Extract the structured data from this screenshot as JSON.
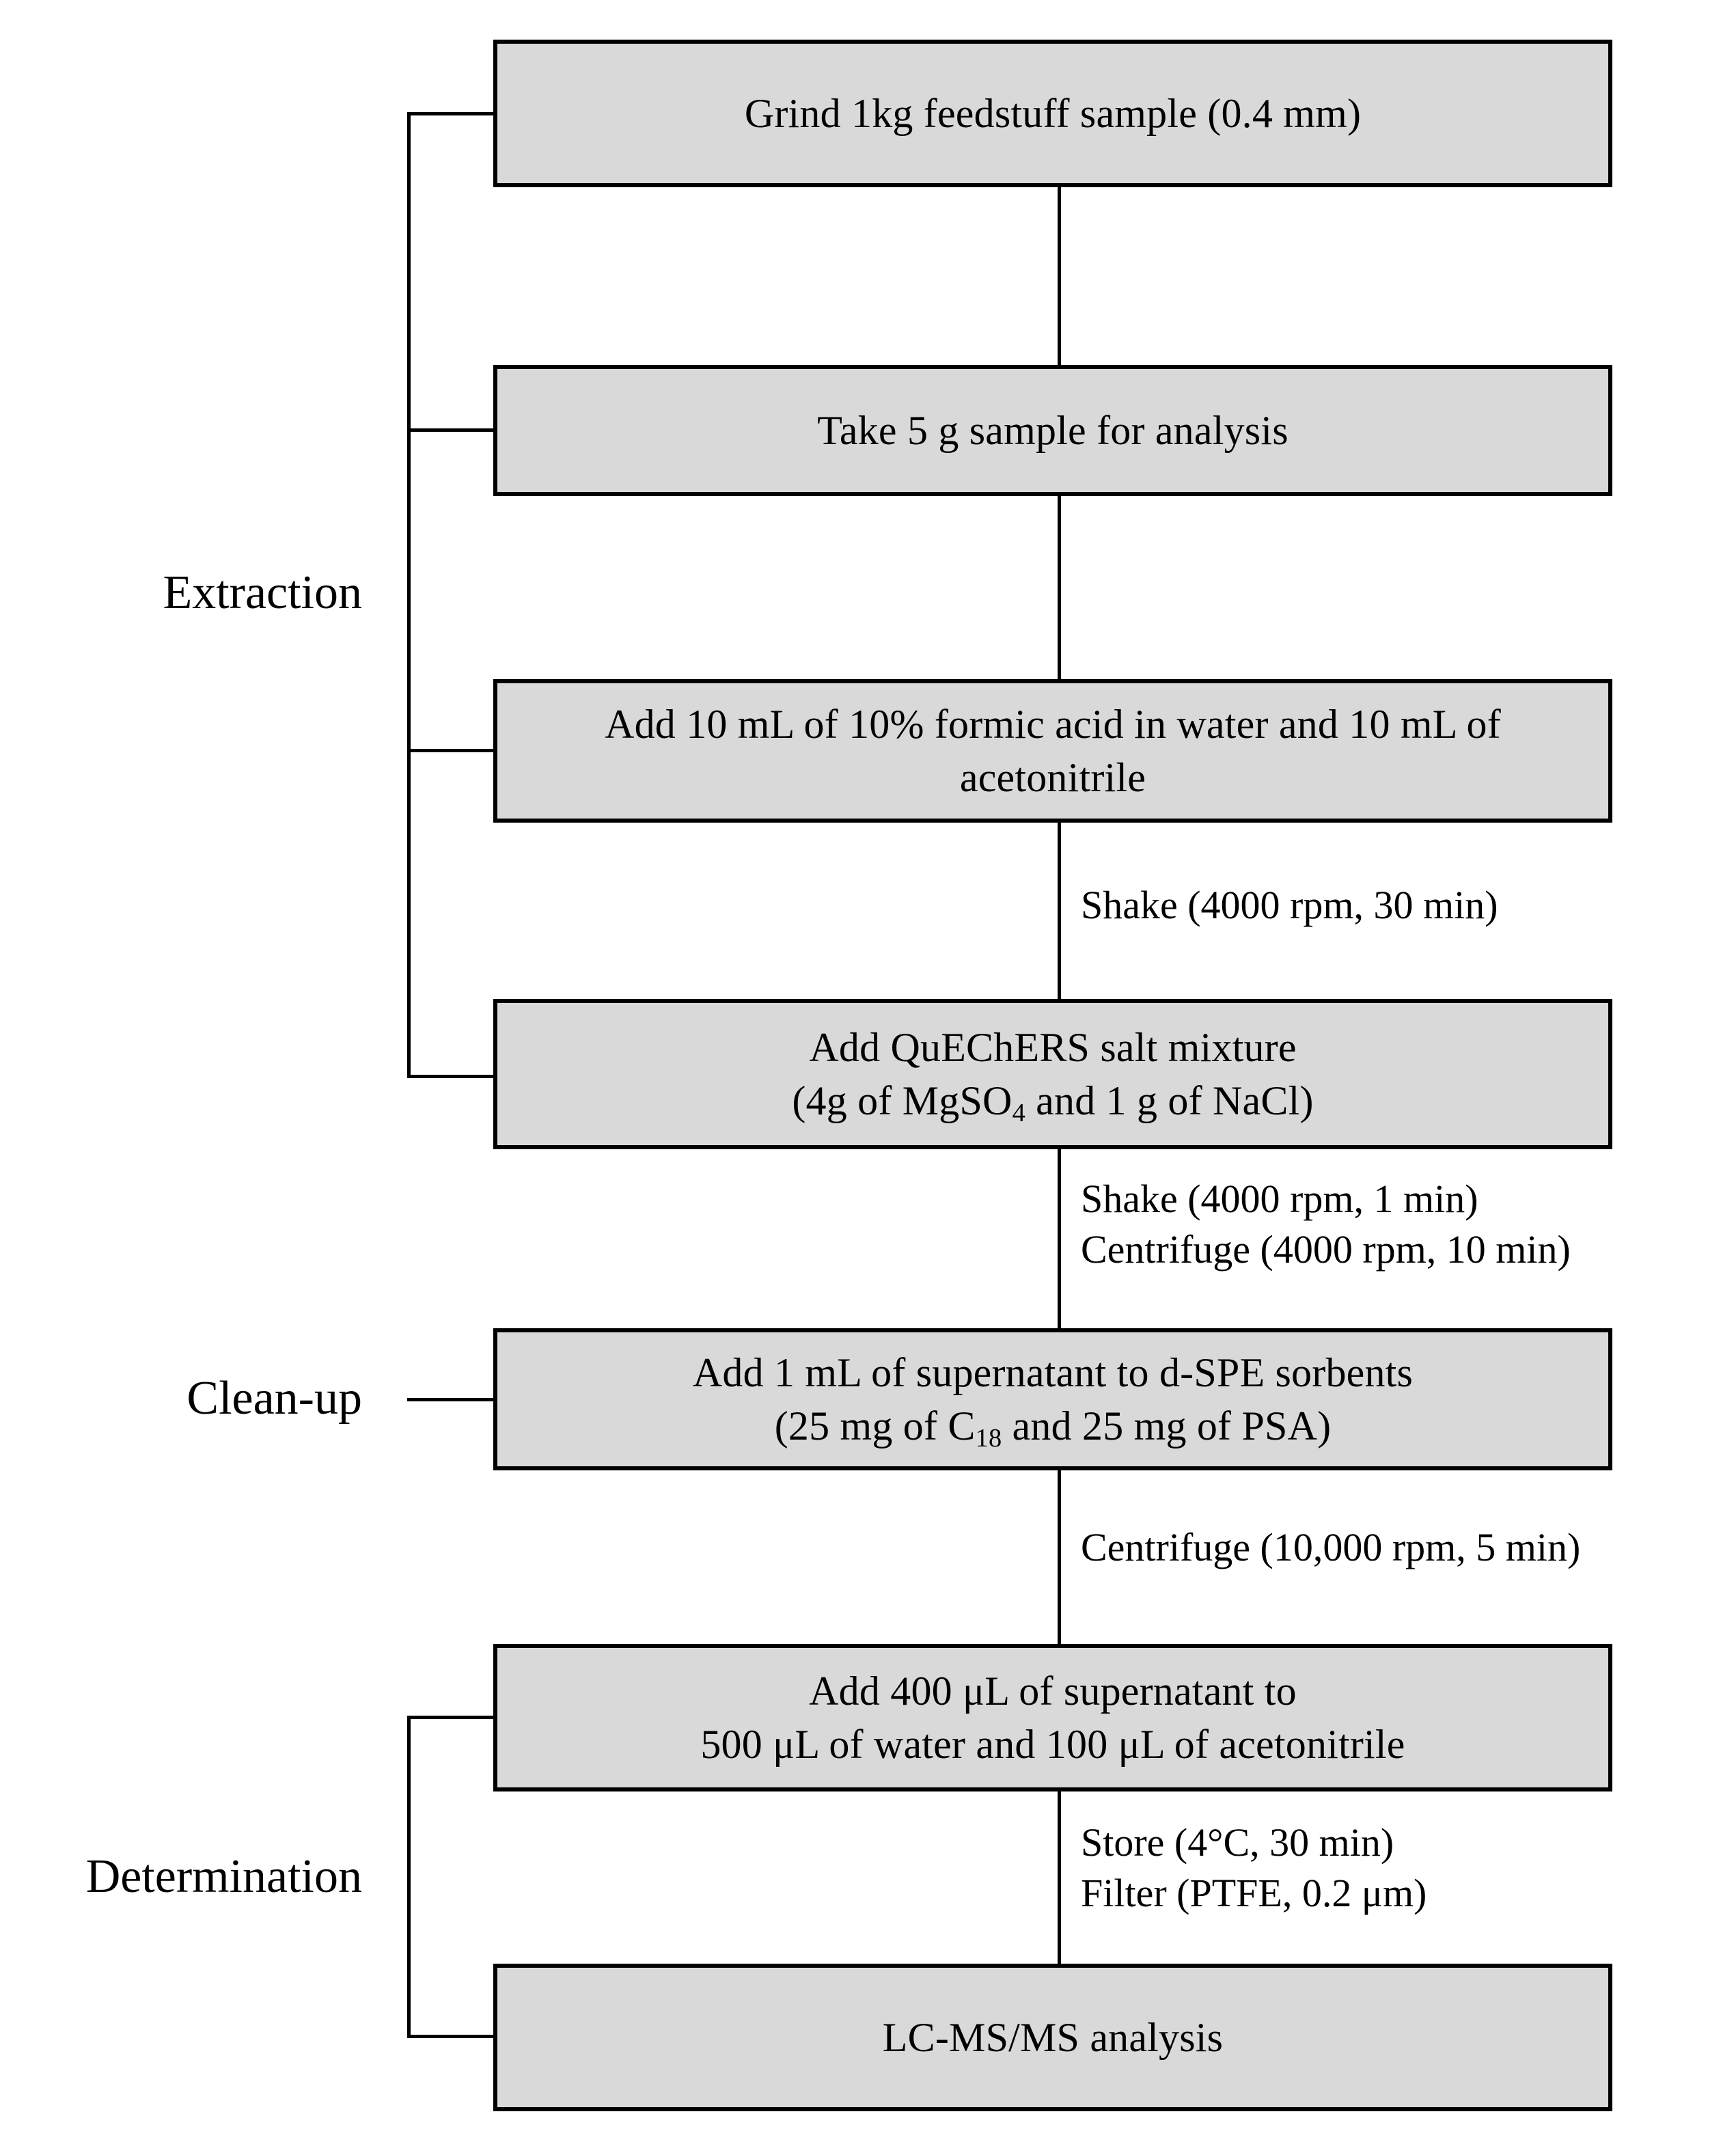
{
  "diagram": {
    "title": "QuEChERS sample preparation and LC-MS/MS analysis workflow",
    "fill_color": "#d9d9d9",
    "border_color": "#000000",
    "background_color": "#ffffff"
  },
  "stages": [
    {
      "label": "Extraction"
    },
    {
      "label": "Clean-up"
    },
    {
      "label": "Determination"
    }
  ],
  "steps": [
    {
      "id": "grind",
      "line1": "Grind 1kg feedstuff sample (0.4 mm)"
    },
    {
      "id": "take-sample",
      "line1": "Take  5 g sample for analysis"
    },
    {
      "id": "add-formic-acid",
      "line1": "Add 10 mL of 10% formic acid in water and 10 mL of",
      "line2": "acetonitrile"
    },
    {
      "id": "add-quechers-salt",
      "line1": "Add QuEChERS salt mixture",
      "line2_a": "(4g of MgSO",
      "line2_sub": "4",
      "line2_b": " and 1 g of NaCl)"
    },
    {
      "id": "add-dspe",
      "line1": "Add 1 mL of supernatant to d-SPE sorbents",
      "line2_a": "(25 mg of C",
      "line2_sub": "18",
      "line2_b": " and 25 mg of PSA)"
    },
    {
      "id": "dilute-supernatant",
      "line1": "Add 400 μL of supernatant to",
      "line2": "500 μL of water and 100 μL of acetonitrile"
    },
    {
      "id": "lcmsms",
      "line1": "LC-MS/MS analysis"
    }
  ],
  "edge_labels": [
    {
      "id": "shake-30min",
      "line1": "Shake (4000 rpm, 30 min)"
    },
    {
      "id": "shake-centrifuge",
      "line1": "Shake (4000 rpm, 1 min)",
      "line2": "Centrifuge (4000 rpm, 10 min)"
    },
    {
      "id": "centrifuge-10000",
      "line1": "Centrifuge (10,000 rpm, 5 min)"
    },
    {
      "id": "store-filter",
      "line1": "Store (4°C, 30 min)",
      "line2": "Filter (PTFE, 0.2 μm)"
    }
  ]
}
